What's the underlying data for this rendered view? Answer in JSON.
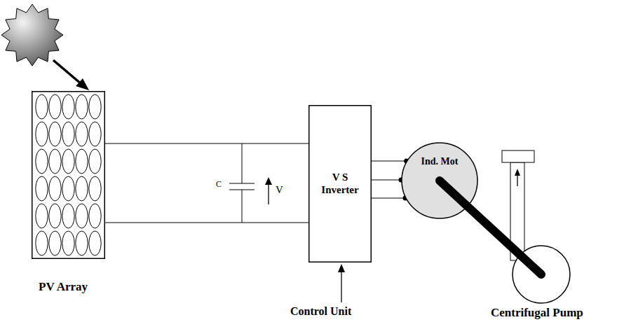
{
  "diagram": {
    "nodes": [
      {
        "text": [
          "PV Array"
        ]
      },
      {
        "text": [
          "V S Inverter"
        ]
      },
      {
        "text": [
          "Ind. Mot"
        ]
      },
      {
        "text": [
          "Centrifugal Pump"
        ]
      }
    ],
    "edges": [
      {
        "from": 0,
        "to": 1,
        "arrow": "none"
      },
      {
        "from": 0,
        "to": 1,
        "arrow": "none"
      },
      {
        "from": 1,
        "to": 2,
        "arrow": "none"
      },
      {
        "from": 1,
        "to": 2,
        "arrow": "none"
      },
      {
        "from": 1,
        "to": 2,
        "arrow": "none"
      },
      {
        "from": 2,
        "to": 3,
        "arrow": "none"
      }
    ],
    "labels": [
      "C",
      "V",
      "Control Unit"
    ]
  }
}
